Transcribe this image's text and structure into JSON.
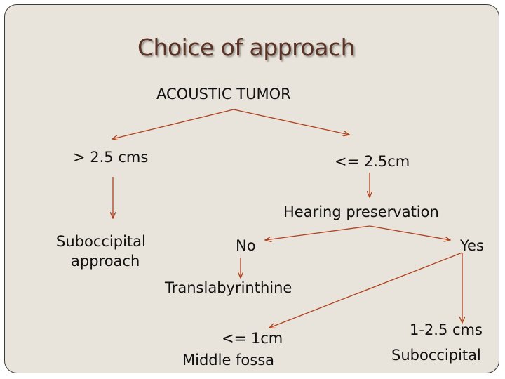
{
  "slide": {
    "title": "Choice of approach"
  },
  "nodes": {
    "root": "ACOUSTIC TUMOR",
    "large": "> 2.5 cms",
    "small": "<= 2.5cm",
    "suboccipital_line1": "Suboccipital",
    "suboccipital_line2": "approach",
    "hearing": "Hearing preservation",
    "no": "No",
    "yes": "Yes",
    "translab": "Translabyrinthine",
    "le1cm": "<= 1cm",
    "middle_fossa": "Middle fossa",
    "range": "1-2.5 cms",
    "suboccipital2": "Suboccipital"
  },
  "colors": {
    "arrow": "#b0421e",
    "title": "#5a3226",
    "background": "#e8e4db"
  }
}
